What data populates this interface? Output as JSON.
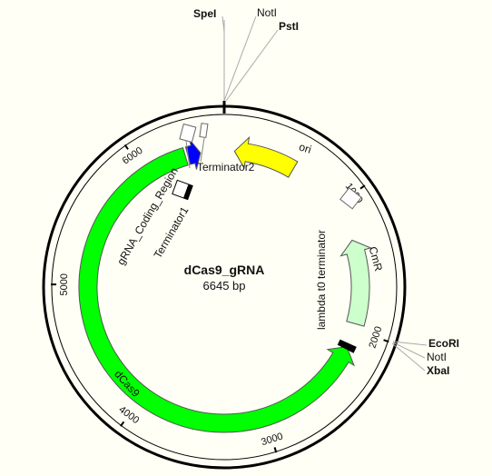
{
  "plasmid": {
    "name": "dCas9_gRNA",
    "length_label": "6645 bp",
    "length_bp": 6645
  },
  "scale_ticks": [
    {
      "bp": 1000,
      "label": "1000"
    },
    {
      "bp": 2000,
      "label": "2000"
    },
    {
      "bp": 3000,
      "label": "3000"
    },
    {
      "bp": 4000,
      "label": "4000"
    },
    {
      "bp": 5000,
      "label": "5000"
    },
    {
      "bp": 6000,
      "label": "6000"
    }
  ],
  "features": [
    {
      "id": "ori",
      "label": "ori",
      "start": 80,
      "end": 560,
      "direction": "reverse",
      "color": "#ffff00",
      "type": "arrow"
    },
    {
      "id": "cmr",
      "label": "CmR",
      "start": 1290,
      "end": 1950,
      "direction": "reverse",
      "color": "#ccffcc",
      "type": "arrow"
    },
    {
      "id": "dcas9",
      "label": "dCas9",
      "start": 2140,
      "end": 6340,
      "direction": "reverse",
      "color": "#00ff00",
      "type": "arrow"
    },
    {
      "id": "grna",
      "label": "gRNA_Coding_Region",
      "start": 6360,
      "end": 6460,
      "direction": "forward",
      "color": "#0000ff",
      "type": "arrow"
    },
    {
      "id": "term2",
      "label": "Terminator2",
      "type": "box"
    },
    {
      "id": "term1",
      "label": "Terminator1",
      "type": "box"
    },
    {
      "id": "lambda",
      "label": "lambda t0 terminator",
      "type": "box"
    }
  ],
  "sites_top": [
    {
      "label": "SpeI",
      "bold": true
    },
    {
      "label": "NotI",
      "bold": false
    },
    {
      "label": "PstI",
      "bold": true
    }
  ],
  "sites_right": [
    {
      "label": "EcoRI",
      "bold": true
    },
    {
      "label": "NotI",
      "bold": false
    },
    {
      "label": "XbaI",
      "bold": true
    }
  ],
  "colors": {
    "background": "#fffff5",
    "backbone": "#000000",
    "site_line": "#aaaaaa"
  }
}
